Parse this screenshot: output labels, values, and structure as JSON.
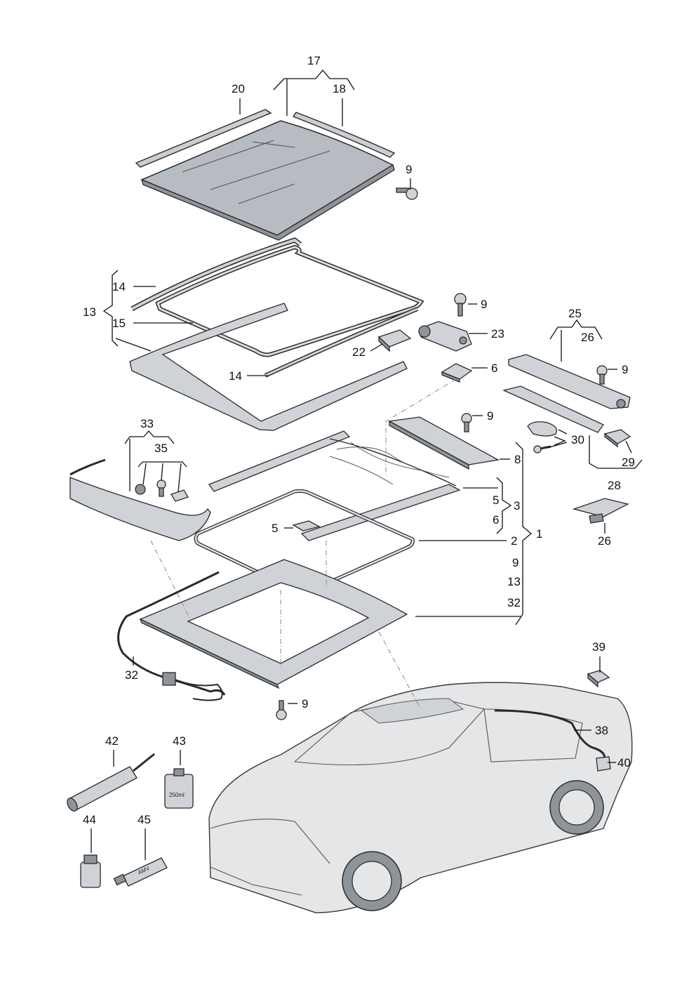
{
  "labels": {
    "l1": "1",
    "l2": "2",
    "l3": "3",
    "l5a": "5",
    "l5b": "5",
    "l6a": "6",
    "l6b": "6",
    "l8": "8",
    "l9a": "9",
    "l9b": "9",
    "l9c": "9",
    "l9d": "9",
    "l9e": "9",
    "l9f": "9",
    "l13a": "13",
    "l13b": "13",
    "l14a": "14",
    "l14b": "14",
    "l15": "15",
    "l17": "17",
    "l18": "18",
    "l20": "20",
    "l22": "22",
    "l23": "23",
    "l25": "25",
    "l26a": "26",
    "l26b": "26",
    "l28": "28",
    "l29": "29",
    "l30": "30",
    "l32a": "32",
    "l32b": "32",
    "l33": "33",
    "l35": "35",
    "l38": "38",
    "l39": "39",
    "l40": "40",
    "l42": "42",
    "l43": "43",
    "l44": "44",
    "l45": "45"
  },
  "product_text": {
    "can_volume": "250ml",
    "tube_brand": "AMV"
  },
  "colors": {
    "line": "#111111",
    "part_fill": "#cfd3d7",
    "glass_fill": "#b7bcc2",
    "car_body": "#e4e6e8"
  }
}
